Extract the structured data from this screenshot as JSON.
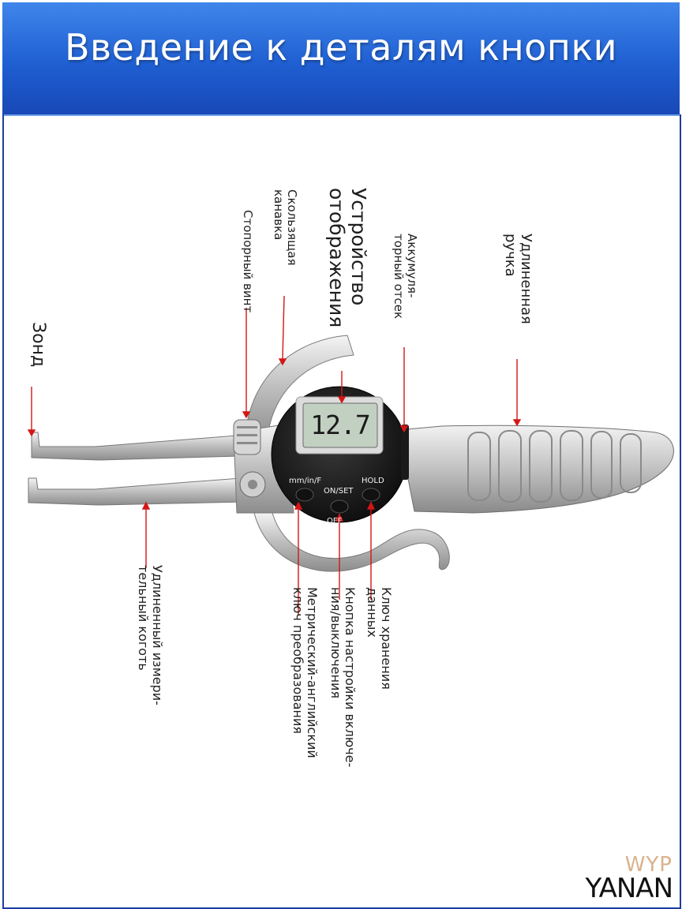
{
  "header": {
    "title": "Введение к деталям кнопки"
  },
  "display": {
    "reading": "12.7"
  },
  "buttons": {
    "unit": "mm/in/F",
    "onset": "ON/SET",
    "off": "OFF",
    "hold": "HOLD"
  },
  "labels": {
    "probe": "Зонд",
    "lock_screw": "Стопорный винт",
    "sliding_groove": "Скользящая\nканавка",
    "display_device": "Устройство\nотображения",
    "battery": "Аккумуля-\nторный отсек",
    "handle": "Удлиненная\nручка",
    "hold_key": "Ключ хранения\nданных",
    "onoff_key": "Кнопка настройки включе-\nния/выключения",
    "unit_key": "Метрический-английский\nключ преобразования",
    "jaw": "Удлиненный измери-\nтельный коготь"
  },
  "watermark": {
    "top": "WYP",
    "bottom": "YANAN"
  }
}
